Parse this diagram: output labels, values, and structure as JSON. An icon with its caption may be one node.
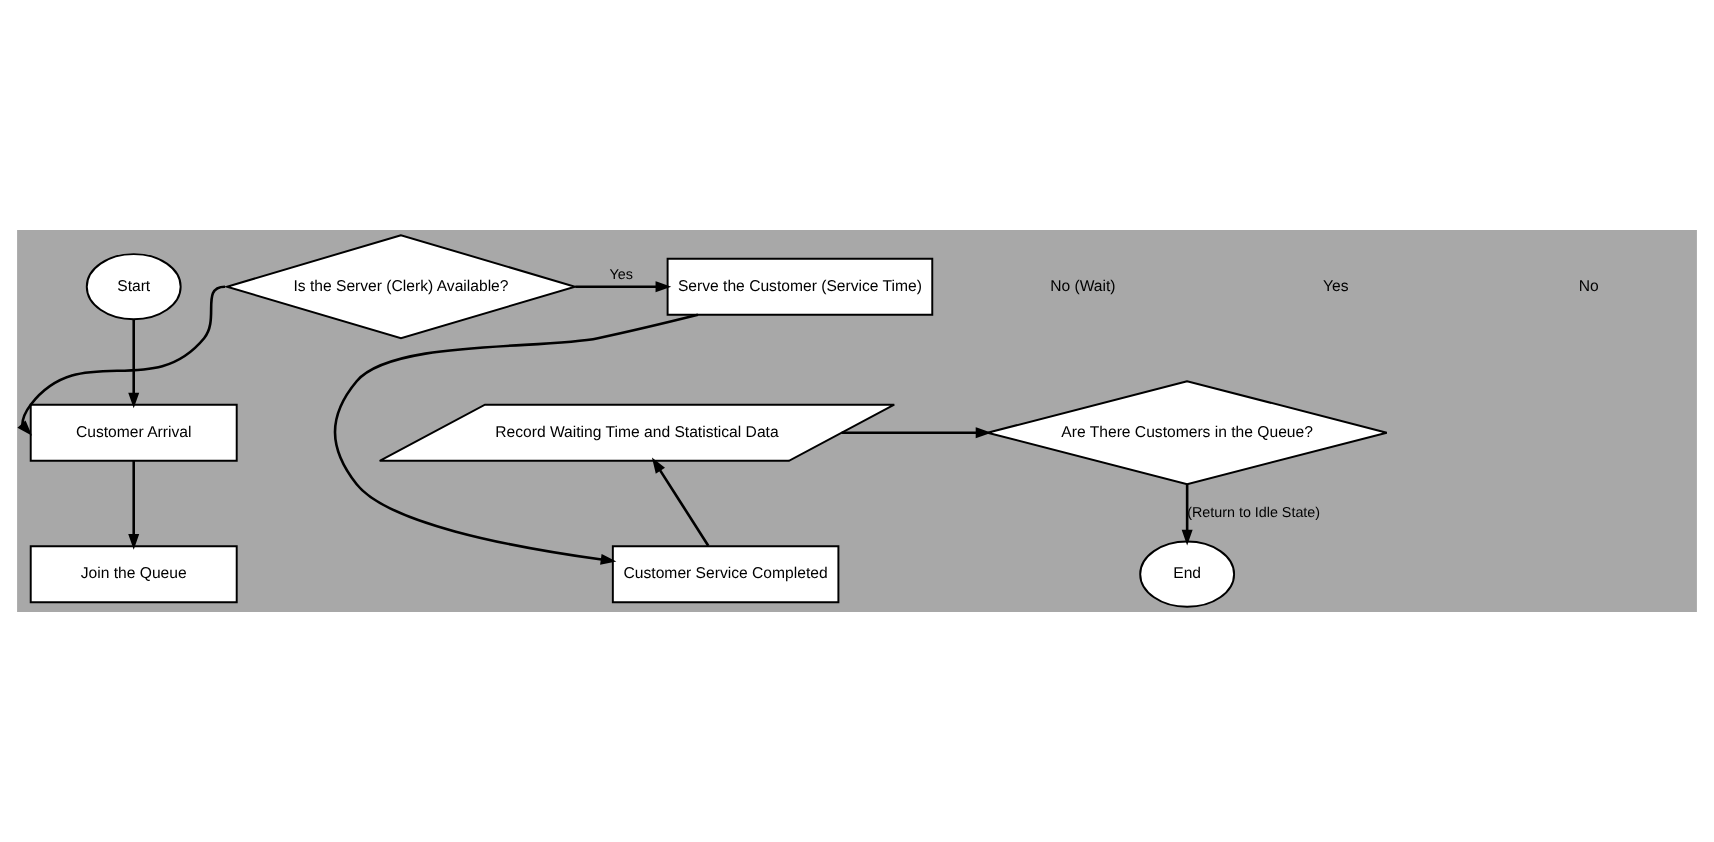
{
  "diagram": {
    "nodes": [
      {
        "text": [
          "Start"
        ]
      },
      {
        "text": [
          "Customer Arrival"
        ]
      },
      {
        "text": [
          "Join the Queue"
        ]
      },
      {
        "text": [
          "Is the Server (Clerk) Available?"
        ]
      },
      {
        "text": [
          "Serve the Customer (Service Time)"
        ]
      },
      {
        "text": [
          "Customer Service Completed"
        ]
      },
      {
        "text": [
          "Record Waiting Time and Statistical Data"
        ]
      },
      {
        "text": [
          "Are There Customers in the Queue?"
        ]
      },
      {
        "text": [
          "End"
        ]
      }
    ],
    "edges": [
      {
        "from": 0,
        "to": 1,
        "arrow": "to"
      },
      {
        "from": 1,
        "to": 2,
        "arrow": "to"
      },
      {
        "from": 3,
        "to": 1,
        "arrow": "to"
      },
      {
        "from": 3,
        "to": 4,
        "arrow": "to",
        "label": "Yes"
      },
      {
        "from": 4,
        "to": 5,
        "arrow": "to"
      },
      {
        "from": 5,
        "to": 6,
        "arrow": "to"
      },
      {
        "from": 6,
        "to": 7,
        "arrow": "to"
      },
      {
        "from": 7,
        "to": 8,
        "arrow": "to",
        "label": "(Return to Idle State)"
      }
    ],
    "labels": [
      "No (Wait)",
      "Yes",
      "No"
    ]
  }
}
